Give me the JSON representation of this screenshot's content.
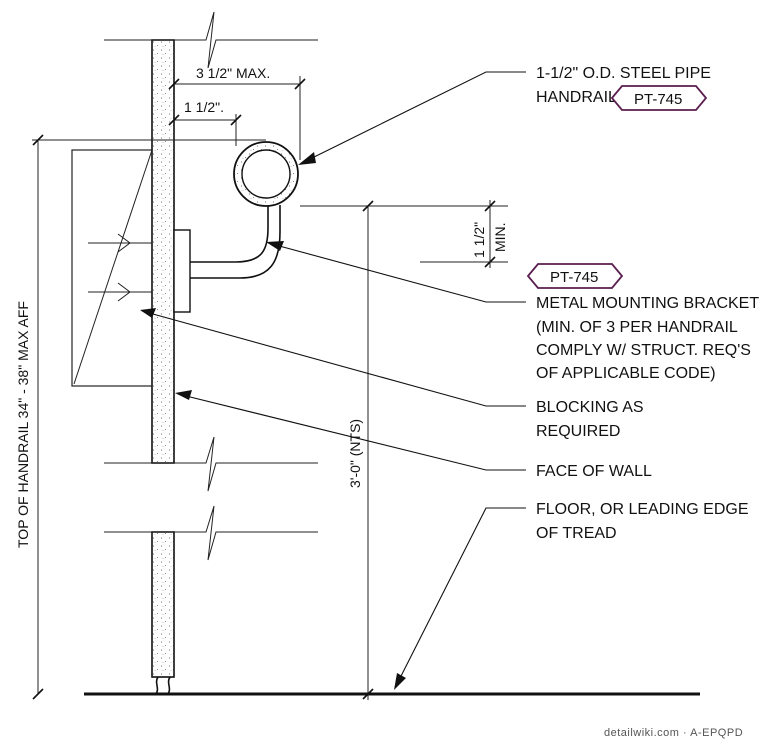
{
  "callouts": {
    "pipe_line1": "1-1/2\" O.D. STEEL PIPE",
    "pipe_line2": "HANDRAIL",
    "bracket_line1": "METAL MOUNTING BRACKET",
    "bracket_line2": "(MIN. OF 3 PER HANDRAIL",
    "bracket_line3": "COMPLY W/ STRUCT. REQ'S",
    "bracket_line4": "OF APPLICABLE CODE)",
    "blocking_line1": "BLOCKING AS",
    "blocking_line2": "REQUIRED",
    "face_of_wall": "FACE OF WALL",
    "floor_line1": "FLOOR, OR LEADING EDGE",
    "floor_line2": "OF TREAD"
  },
  "tags": {
    "pipe_tag": "PT-745",
    "bracket_tag": "PT-745"
  },
  "dimensions": {
    "max_projection": "3 1/2\" MAX.",
    "clearance": "1 1/2\".",
    "min_gap_value": "1 1/2\"",
    "min_gap_label": "MIN.",
    "rail_height": "TOP OF HANDRAIL 34\" - 38\" MAX AFF",
    "wall_height": "3'-0\" (NTS)"
  },
  "watermark": "detailwiki.com · A-EPQPD",
  "colors": {
    "line": "#111111",
    "tag_border": "#5a1e4f",
    "background": "#ffffff"
  }
}
